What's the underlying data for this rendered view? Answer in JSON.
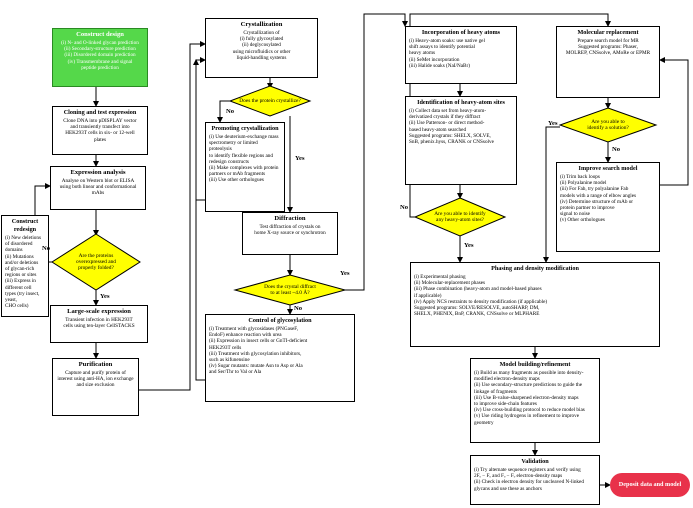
{
  "construct_design": {
    "title": "Construct design",
    "items": [
      "(i) N- and O-linked glycan prediction",
      "(ii) Secondary-structure prediction",
      "(iii) Disordered domain prediction",
      "(iv) Transmembrane and signal",
      "peptide prediction"
    ]
  },
  "cloning": {
    "title": "Cloning and test expression",
    "lines": [
      "Clone DNA into pDISPLAY vector",
      "and transiently transfect into",
      "HEK293T cells in six- or 12-well",
      "plates"
    ]
  },
  "expression": {
    "title": "Expression analysis",
    "lines": [
      "Analyse on Western blot or ELISA",
      "using both linear and conformational",
      "mAbs"
    ]
  },
  "redesign": {
    "title": "Construct redesign",
    "lines": [
      "(i) New deletions of disordered",
      "domains",
      "(ii) Mutations and/or deletions",
      "of glycan-rich regions or sites",
      "(iii) Express in different cell",
      "types (try insect, yeast,",
      "CHO cells)"
    ]
  },
  "q_proteins": {
    "lines": [
      "Are the proteins",
      "overexpressed and",
      "properly folded?"
    ]
  },
  "large_scale": {
    "title": "Large-scale expression",
    "lines": [
      "Transient infection in HEK293T",
      "cells using ten-layer CellSTACKS"
    ]
  },
  "purification": {
    "title": "Purification",
    "lines": [
      "Capture and purify protein of",
      "interest using anti-HA, ion exchange",
      "and size exclusion"
    ]
  },
  "crystallization": {
    "title": "Crystallization",
    "lines": [
      "Crystallization of",
      "(i) fully glycosylated",
      "(ii) deglycosylated",
      "using microfluidics or other",
      "liquid-handling systems"
    ]
  },
  "q_crystallize": {
    "lines": [
      "Does the protein crystallize?"
    ]
  },
  "promoting": {
    "title": "Promoting crystallization",
    "lines": [
      "(i) Use deuterium-exchange mass",
      "spectrometry or limited proteolysis",
      "to identify flexible regions and",
      "redesign constructs",
      "(ii) Make complexes with protein",
      "partners or mAb fragments",
      "(iii) Use other orthologues"
    ]
  },
  "diffraction": {
    "title": "Diffraction",
    "lines": [
      "Test diffraction of crystals on",
      "home X-ray source or synchrotron"
    ]
  },
  "q_diffract": {
    "lines": [
      "Does the crystal diffract",
      "to at least ~4.0 Å?"
    ]
  },
  "glycosylation": {
    "title": "Control of glycosylation",
    "lines": [
      "(i) Treatment with glycosidases (PNGaseF,",
      "EndoF) enhance reaction with urea",
      "(ii) Expression in insect cells or GnTI-deficient",
      "HEK293T cells",
      "(iii) Treatment with glycosylation inhibitors,",
      "such as kifunensine",
      "(iv) Sugar mutants: mutate Asn to Asp or Ala",
      "and Ser/Thr to Val or Ala"
    ]
  },
  "heavy_atoms": {
    "title": "Incorporation of heavy atoms",
    "lines": [
      "(i) Heavy-atom soaks: use native gel",
      "shift assays to identify potential",
      "heavy atoms",
      "(ii) SeMet incorporation",
      "(iii) Halide soaks  (NaI/NaBr)"
    ]
  },
  "identification": {
    "title": "Identification of heavy-atom sites",
    "lines": [
      "(i) Collect data set from heavy-atom-",
      "derivatized crystals if they diffract",
      "(ii) Use Patterson- or direct method-",
      "based heavy-atom searched",
      "Suggested programs: SHELX, SOLVE,",
      "SnB, phenix.hyss, CRANK or CNSsolve"
    ]
  },
  "q_heavy": {
    "lines": [
      "Are you able to identify",
      "any heavy-atom sites?"
    ]
  },
  "molrep": {
    "title": "Molecular replacement",
    "lines": [
      "Prepare search model for MR",
      "Suggested programs: Phaser,",
      "MOLREP, CNSsolve, AMoRe or EPMR"
    ]
  },
  "q_solution": {
    "lines": [
      "Are you able to",
      "identify a solution?"
    ]
  },
  "improve": {
    "title": "Improve search model",
    "lines": [
      "(i) Trim back loops",
      "(ii) Polyalanine model",
      "(iii) For Fab, try polyalanine Fab",
      "models with a range of elbow angles",
      "(iv) Determine structure of mAb or",
      "protein partner to improve",
      "signal to noise",
      "(v) Other orthologues"
    ]
  },
  "phasing": {
    "title": "Phasing and density modification",
    "lines": [
      "(i) Experimental phasing",
      "(ii) Molecular-replacement phases",
      "(iii) Phase combination (heavy-atom and model-based phases",
      "if applicable)",
      "(iv) Apply NCS restraints to density modification (if applicable)",
      "Suggested programs: SOLVE/RESOLVE, autoSHARP, DM,",
      "SHELX, PHENIX, BnP, CRANK, CNSsolve or MLPHARE"
    ]
  },
  "building": {
    "title": "Model building/refinement",
    "lines": [
      "(i) Build as many fragments as possible into density-",
      "modified electron-density maps",
      "(ii) Use secondary-structure predictions to guide the",
      "linkage of fragments",
      "(iii) Use B-value-sharpened electron-density maps",
      "to improve side-chain features",
      "(iv) Use cross-building protocol to reduce model bias",
      "(v) Use riding hydrogens in refinement to improve",
      "geometry"
    ]
  },
  "validation": {
    "title": "Validation",
    "lines": [
      "(i) Try alternate sequence registers and verify using",
      "2Fₒ − Fₒ and Fₒ − Fₒ electron-density maps",
      "(ii) Check in electron density for uncleaved N-linked",
      "glycans and use these as anchors"
    ]
  },
  "deposit": {
    "label": "Deposit data and model"
  },
  "labels": {
    "yes": "Yes",
    "no": "No"
  },
  "colors": {
    "green": "#55d84a",
    "yellow": "#ffff00",
    "red": "#e8324a"
  }
}
